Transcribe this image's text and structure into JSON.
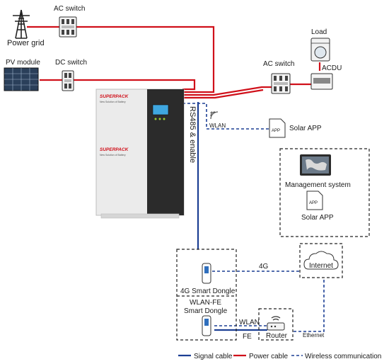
{
  "labels": {
    "ac_switch_top": "AC switch",
    "power_grid": "Power grid",
    "pv_module": "PV module",
    "dc_switch": "DC switch",
    "load": "Load",
    "ac_switch_right": "AC switch",
    "acdu": "ACDU",
    "rs485": "RS485 & enable",
    "wlan_small": "WLAN",
    "app_icon_text": "APP",
    "solar_app_top": "Solar APP",
    "management_system": "Management system",
    "solar_app_box": "Solar APP",
    "four_g": "4G",
    "internet": "Internet",
    "dongle_4g": "4G Smart Dongle",
    "dongle_wlan_line1": "WLAN-FE",
    "dongle_wlan_line2": "Smart Dongle",
    "wlan": "WLAN",
    "fe": "FE",
    "ethernet": "Ethernet",
    "router": "Router",
    "brand": "SUPERPACK",
    "brand_tagline": "New Solution of Battery"
  },
  "legend": {
    "signal": "Signal cable",
    "power": "Power cable",
    "wireless": "Wireless communication"
  },
  "colors": {
    "power_cable": "#d0101a",
    "signal_cable": "#1c3f94",
    "wireless": "#1c3f94",
    "inverter_body": "#e9e9e9",
    "inverter_panel": "#2b2b2b",
    "brand_red": "#d0101a"
  },
  "icons": {
    "grid": "power-tower-icon",
    "pv": "solar-panel-icon",
    "switch": "breaker-icon",
    "load": "washing-machine-icon",
    "acdu": "distribution-box-icon",
    "wifi": "wifi-icon",
    "app": "app-icon",
    "cloud": "cloud-icon",
    "dongle": "usb-dongle-icon",
    "router": "router-icon"
  }
}
